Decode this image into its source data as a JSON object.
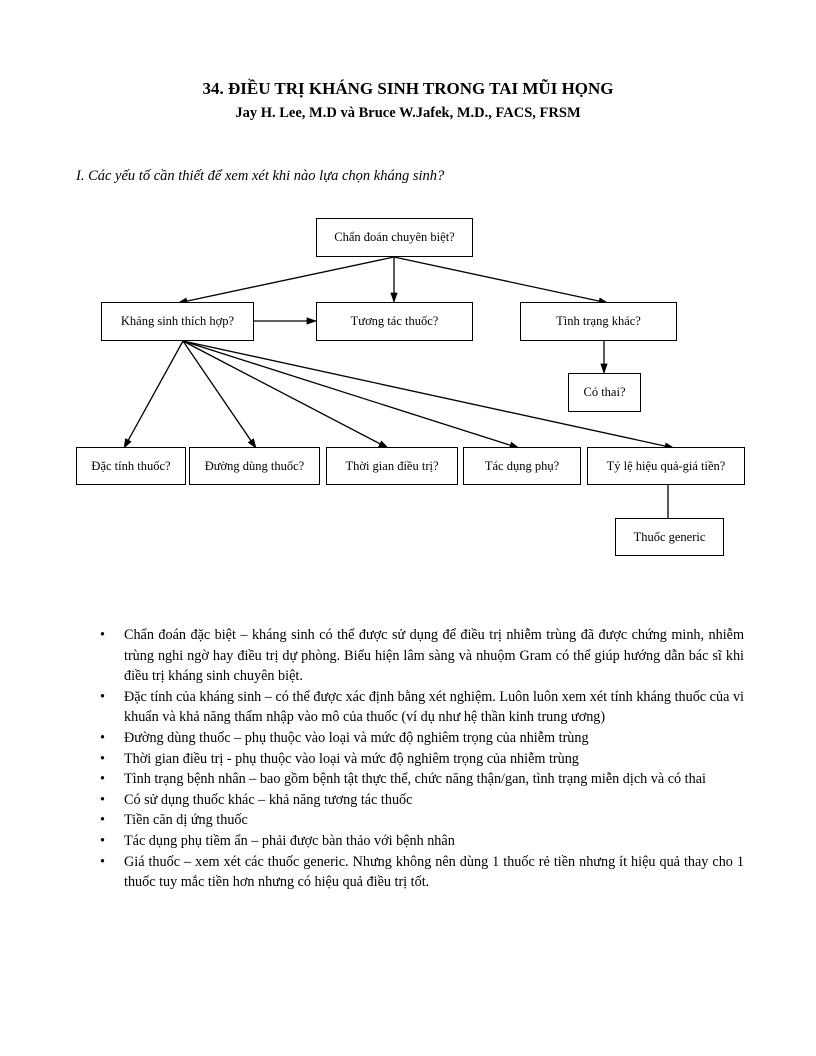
{
  "header": {
    "title": "34. ĐIỀU TRỊ KHÁNG SINH TRONG TAI MŨI HỌNG",
    "authors": "Jay H. Lee, M.D và Bruce W.Jafek, M.D., FACS, FRSM"
  },
  "section": {
    "question": "I. Các yếu tố cần thiết để xem xét khi nào lựa chọn kháng sinh?"
  },
  "flowchart": {
    "root": "Chẩn đoán chuyên biệt?",
    "appropriate_antibiotic": "Kháng sinh thích hợp?",
    "drug_interaction": "Tương tác thuốc?",
    "other_condition": "Tình trạng khác?",
    "pregnant": "Có thai?",
    "drug_properties": "Đặc tính thuốc?",
    "route": "Đường dùng thuốc?",
    "duration": "Thời gian điều trị?",
    "side_effects": "Tác dụng phụ?",
    "cost_effectiveness": "Tỷ lệ hiệu quả-giá tiền?",
    "generic": "Thuốc generic"
  },
  "bullets": [
    "Chẩn đoán đặc biệt – kháng sinh có thể được sử dụng để điều trị nhiễm trùng đã được chứng minh, nhiễm trùng nghi ngờ hay điều trị dự phòng. Biểu hiện lâm sàng và nhuộm Gram có thể giúp hướng dẫn bác sĩ khi điều trị kháng sinh chuyên biệt.",
    "Đặc tính của kháng sinh – có thể được xác định bằng xét nghiệm. Luôn luôn xem xét tính kháng thuốc của vi khuẩn và khả năng thấm nhập vào mô của thuốc (ví dụ như hệ thần kinh trung ương)",
    "Đường dùng thuốc – phụ thuộc vào loại và mức độ nghiêm trọng của nhiễm trùng",
    "Thời gian điều trị - phụ thuộc vào loại và mức độ nghiêm trọng của nhiễm trùng",
    "Tình trạng bệnh nhân – bao gồm bệnh tật thực thể, chức năng thận/gan, tình trạng miễn dịch và có thai",
    "Có sử dụng thuốc khác – khả năng tương tác thuốc",
    "Tiền căn dị ứng thuốc",
    "Tác dụng phụ tiềm ẩn – phải được bàn thảo với bệnh nhân",
    "Giá thuốc – xem xét các thuốc generic. Nhưng không nên dùng 1 thuốc rẻ tiền nhưng ít hiệu quả thay cho 1 thuốc tuy mắc tiền hơn nhưng có hiệu quả điều trị tốt."
  ]
}
